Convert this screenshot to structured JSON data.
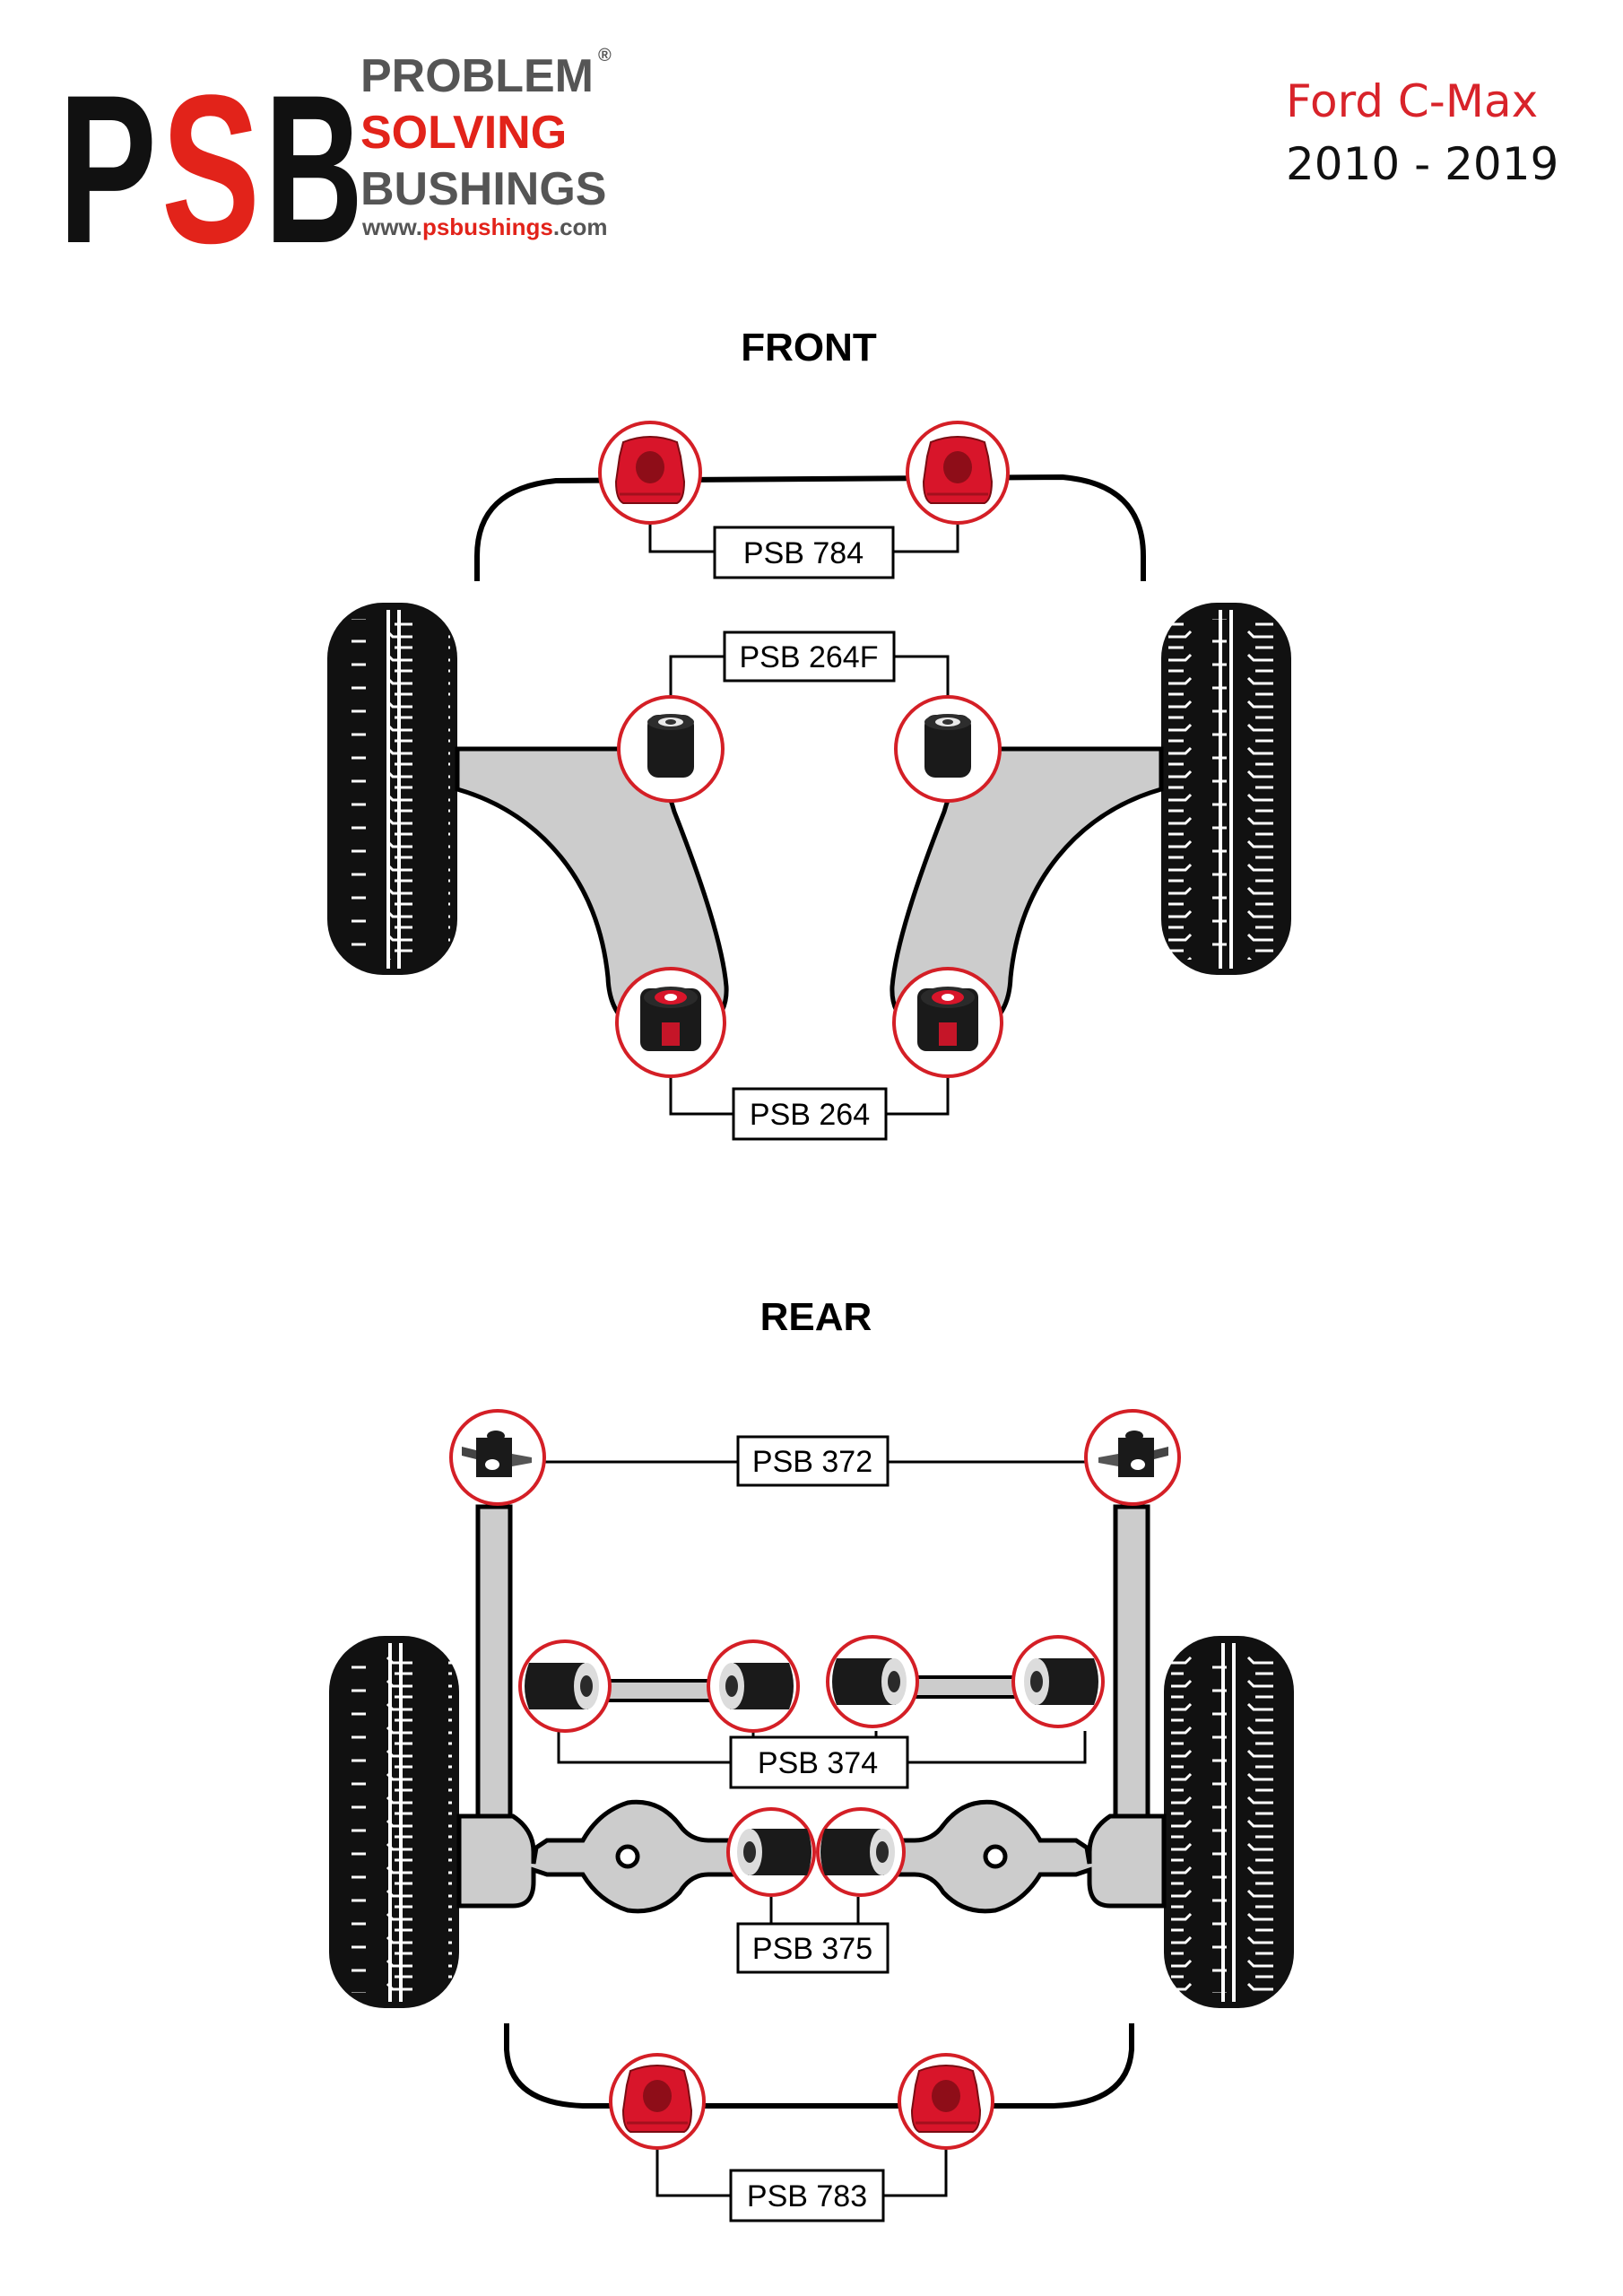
{
  "logo": {
    "letters": [
      "P",
      "S",
      "B"
    ],
    "line1": "PROBLEM",
    "line2": "SOLVING",
    "line3": "BUSHINGS",
    "registered": "®",
    "website_prefix": "www.",
    "website_main": "psbushings",
    "website_suffix": ".com",
    "colors": {
      "black": "#111111",
      "red": "#e2231a",
      "grey": "#555555"
    }
  },
  "vehicle": {
    "model": "Ford C-Max",
    "years": "2010 - 2019",
    "model_color": "#d8232a",
    "years_color": "#111111"
  },
  "sections": {
    "front": {
      "title": "FRONT"
    },
    "rear": {
      "title": "REAR"
    }
  },
  "parts": {
    "front_anti_roll_bar": "PSB 784",
    "front_arm_front": "PSB 264F",
    "front_arm_rear": "PSB 264",
    "rear_top_mount": "PSB 372",
    "rear_lateral_link": "PSB 374",
    "rear_lower_arm": "PSB 375",
    "rear_anti_roll_bar": "PSB 783"
  },
  "colors": {
    "highlight_ring": "#d41f26",
    "bushing_red": "#d8152a",
    "bushing_black": "#1a1a1a",
    "arm_grey": "#cccccc",
    "outline": "#000000"
  }
}
